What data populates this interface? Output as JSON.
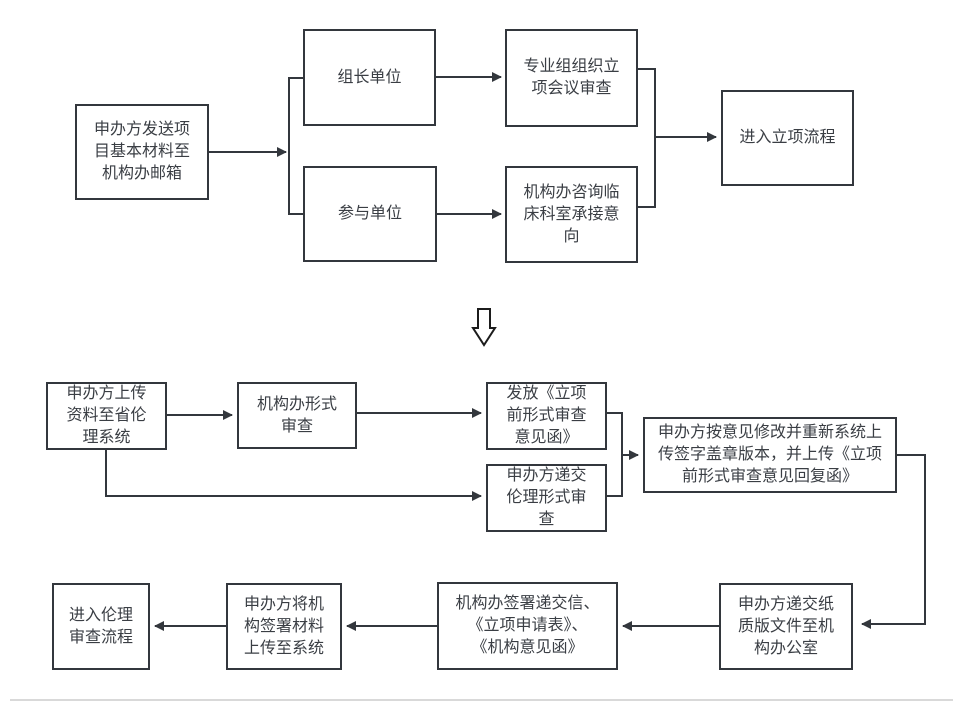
{
  "top": {
    "sponsor_send_materials": "申办方发送项\n目基本材料至\n机构办邮箱",
    "leader_unit": "组长单位",
    "participant_unit": "参与单位",
    "specialty_group_meeting_review": "专业组组织立\n项会议审查",
    "office_consult_clinical_dept": "机构办咨询临\n床科室承接意\n向",
    "enter_project_initiation": "进入立项流程"
  },
  "bottom": {
    "sponsor_upload_provincial_ethics": "申办方上传\n资料至省伦\n理系统",
    "office_format_review": "机构办形式\n审查",
    "issue_pre_initiation_opinion_letter": "发放《立项\n前形式审查\n意见函》",
    "sponsor_submit_ethics_format_review": "申办方递交\n伦理形式审\n查",
    "sponsor_revise_and_reupload": "申办方按意见修改并重新系统上\n传签字盖章版本，并上传《立项\n前形式审查意见回复函》",
    "sponsor_submit_paper_documents": "申办方递交纸\n质版文件至机\n构办公室",
    "office_sign_submission_documents": "机构办签署递交信、\n《立项申请表》、\n《机构意见函》",
    "sponsor_upload_signed_materials": "申办方将机\n构签署材料\n上传至系统",
    "enter_ethics_review": "进入伦理\n审查流程"
  },
  "colors": {
    "line": "#33373d",
    "text": "#3a3e44",
    "divider": "#d9d9d9",
    "background": "#ffffff"
  }
}
